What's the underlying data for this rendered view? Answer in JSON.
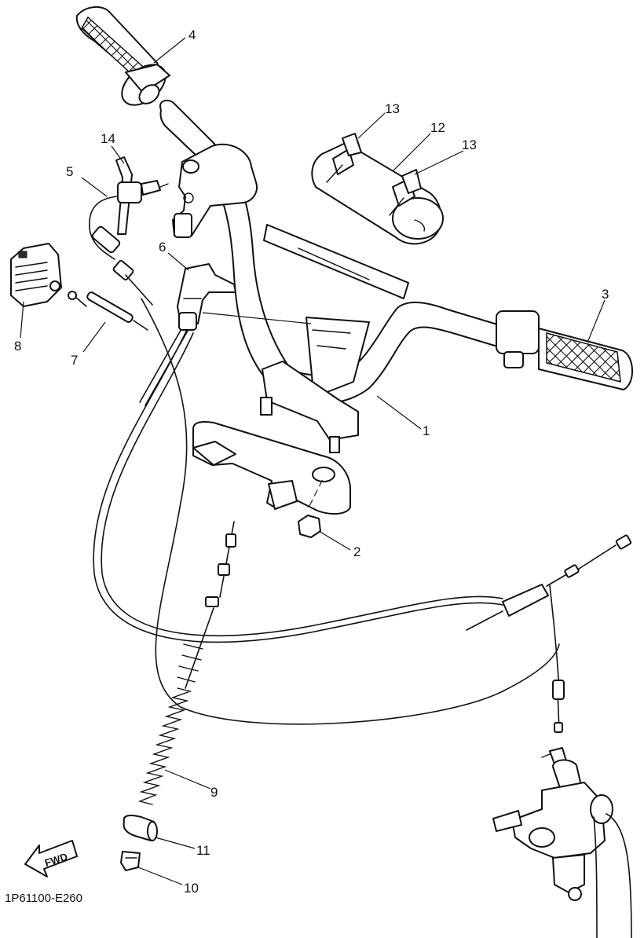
{
  "callouts": {
    "c1": "1",
    "c2": "2",
    "c3": "3",
    "c4": "4",
    "c5": "5",
    "c6": "6",
    "c7": "7",
    "c8": "8",
    "c9": "9",
    "c10": "10",
    "c11": "11",
    "c12": "12",
    "c13a": "13",
    "c13b": "13",
    "c14": "14"
  },
  "figure_code": "1P61100-E260",
  "direction_label": "FWD"
}
